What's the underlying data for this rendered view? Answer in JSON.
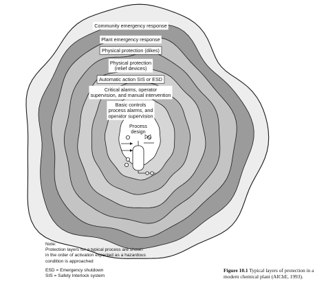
{
  "layers": [
    {
      "label": [
        "Community emergency response"
      ],
      "fill": "#ededed"
    },
    {
      "label": [
        "Plant emergency response"
      ],
      "fill": "#9b9b9b"
    },
    {
      "label": [
        "Physical protection (dikes)"
      ],
      "fill": "#c4c4c4",
      "boxed": true
    },
    {
      "label": [
        "Physical protection",
        "(relief devices)"
      ],
      "fill": "#a9a9a9"
    },
    {
      "label": [
        "Automatic action SIS or ESD"
      ],
      "fill": "#cfcfcf",
      "boxed": true
    },
    {
      "label": [
        "Critical alarms, operator",
        "supervision, and manual intervention"
      ],
      "fill": "#b3b3b3"
    },
    {
      "label": [
        "Basic controls",
        "process alarms, and",
        "operator supervision"
      ],
      "fill": "#d6d6d6"
    },
    {
      "label": [
        "Process",
        "design"
      ],
      "fill": "#ffffff"
    }
  ],
  "note": {
    "title": "Note:",
    "lines": [
      "Protection layers for a typical process are shown",
      "in the order of activation expected as a hazardous",
      "condition is approached"
    ],
    "abbreviations": [
      "ESD = Emergency shutdown",
      "SIS = Safety Interlock system"
    ]
  },
  "caption": {
    "label": "Figure 10.1",
    "text": "Typical layers of protection in a modern chemical plant (AIChE, 1993)."
  },
  "colors": {
    "outline": "#1a1a1a",
    "text": "#111111"
  }
}
